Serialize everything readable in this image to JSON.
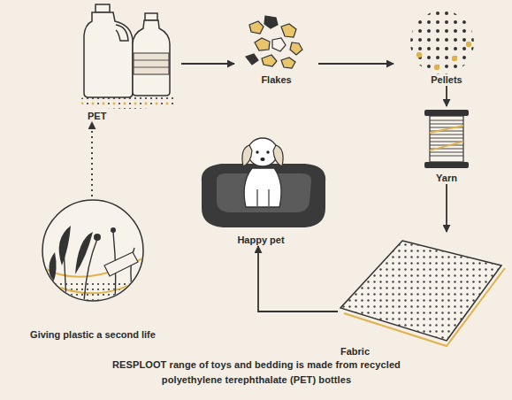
{
  "diagram": {
    "caption": "RESPLOOT range of toys and bedding is made from recycled polyethylene terephthalate (PET) bottles",
    "nodes": [
      {
        "text": [
          "PET"
        ]
      },
      {
        "text": [
          "Flakes"
        ]
      },
      {
        "text": [
          "Pellets"
        ]
      },
      {
        "text": [
          "Yarn"
        ]
      },
      {
        "text": [
          "Happy pet"
        ]
      },
      {
        "text": [
          "Fabric"
        ]
      },
      {
        "text": [
          "Giving plastic a second life"
        ]
      }
    ],
    "edges": [
      {
        "from": 0,
        "to": 1,
        "arrow": "to"
      },
      {
        "from": 1,
        "to": 2,
        "arrow": "to"
      },
      {
        "from": 2,
        "to": 3,
        "arrow": "to"
      },
      {
        "from": 3,
        "to": 5,
        "arrow": "to"
      },
      {
        "from": 5,
        "to": 4,
        "arrow": "to"
      },
      {
        "from": 6,
        "to": 0,
        "arrow": "to"
      }
    ]
  }
}
